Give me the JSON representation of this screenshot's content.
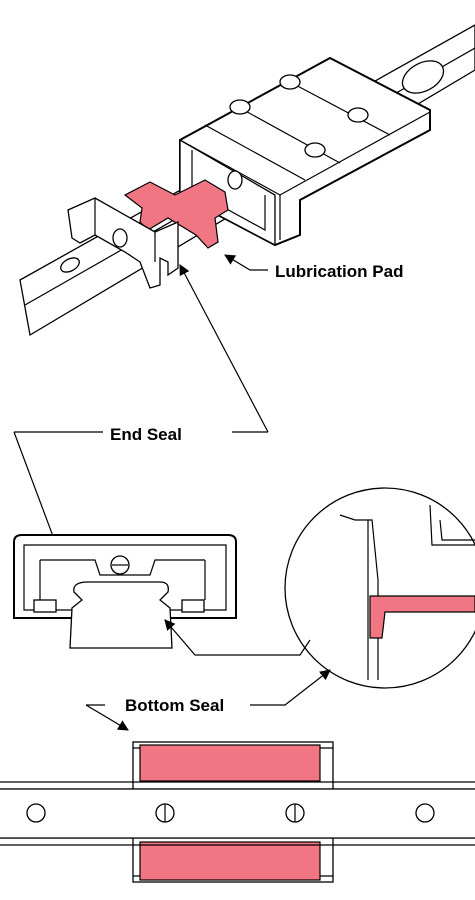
{
  "labels": {
    "lubrication_pad": "Lubrication Pad",
    "end_seal": "End Seal",
    "bottom_seal": "Bottom Seal"
  },
  "colors": {
    "highlight": "#ef7682",
    "line": "#000000",
    "background": "#ffffff"
  }
}
